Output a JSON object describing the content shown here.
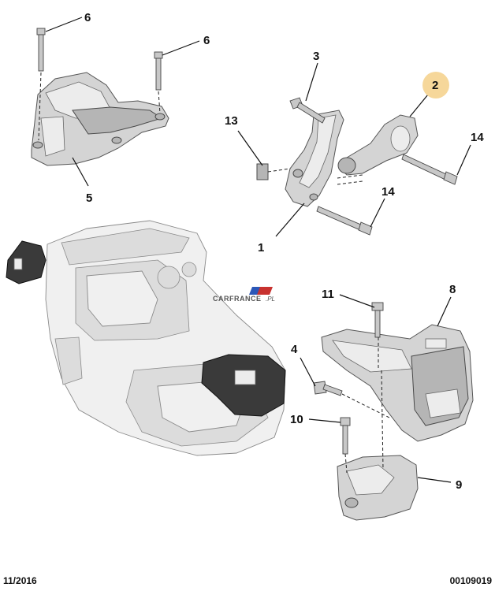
{
  "callouts": {
    "c6a": "6",
    "c6b": "6",
    "c3": "3",
    "c2": "2",
    "c13": "13",
    "c14a": "14",
    "c14b": "14",
    "c1": "1",
    "c5": "5",
    "c11": "11",
    "c8": "8",
    "c4": "4",
    "c10": "10",
    "c9": "9"
  },
  "highlight_color": "#f6d79a",
  "watermark": {
    "text_left": "CARFRANCE",
    "text_right": ".PL"
  },
  "footer": {
    "date": "11/2016",
    "reference": "00109019"
  }
}
